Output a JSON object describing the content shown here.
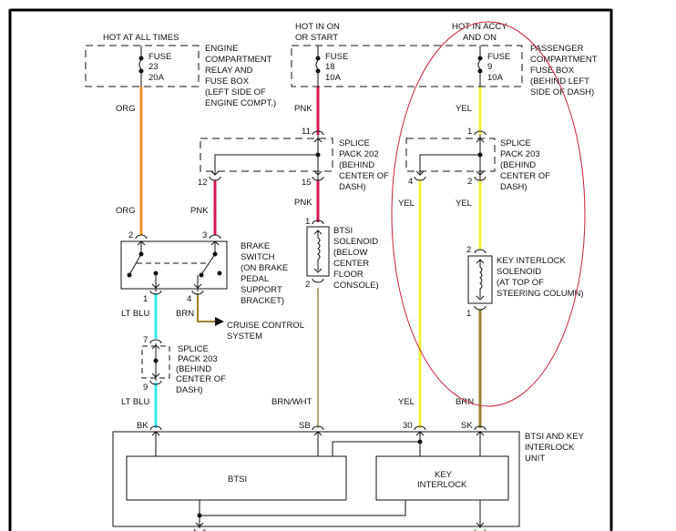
{
  "diagram": {
    "colors": {
      "ORG": "#f0902a",
      "PNK": "#d81850",
      "YEL": "#f5f03c",
      "LT_BLU": "#38e8f0",
      "BRN": "#9a8030",
      "BRN_WHT": "#b8a870",
      "annotation": "#c8203a"
    },
    "power": {
      "hot_at_all_times": "HOT AT ALL TIMES",
      "hot_in_on_1": "HOT IN ON",
      "hot_in_on_2": "OR START",
      "hot_in_accy_1": "HOT IN ACCY",
      "hot_in_accy_2": "AND ON"
    },
    "fuses": [
      {
        "label": "FUSE",
        "number": "23",
        "rating": "20A"
      },
      {
        "label": "FUSE",
        "number": "18",
        "rating": "10A"
      },
      {
        "label": "FUSE",
        "number": "9",
        "rating": "10A"
      }
    ],
    "engine_box": [
      "ENGINE",
      "COMPARTMENT",
      "RELAY AND",
      "FUSE BOX",
      "(LEFT SIDE OF",
      "ENGINE COMPT.)"
    ],
    "passenger_box": [
      "PASSENGER",
      "COMPARTMENT",
      "FUSE BOX",
      "(BEHIND LEFT",
      "SIDE OF DASH)"
    ],
    "splice202": [
      "SPLICE",
      "PACK 202",
      "(BEHIND",
      "CENTER OF",
      "DASH)"
    ],
    "splice203_top": [
      "SPLICE",
      "PACK 203",
      "(BEHIND",
      "CENTER OF",
      "DASH)"
    ],
    "splice203_left": [
      "SPLICE",
      "PACK 203",
      "(BEHIND",
      "CENTER OF",
      "DASH)"
    ],
    "brake_switch": [
      "BRAKE",
      "SWITCH",
      "(ON BRAKE",
      "PEDAL",
      "SUPPORT",
      "BRACKET)"
    ],
    "btsi_solenoid": [
      "BTSI",
      "SOLENOID",
      "(BELOW",
      "CENTER",
      "FLOOR",
      "CONSOLE)"
    ],
    "key_solenoid": [
      "KEY INTERLOCK",
      "SOLENOID",
      "(AT TOP OF",
      "STEERING COLUMN)"
    ],
    "cruise": [
      "CRUISE CONTROL",
      "SYSTEM"
    ],
    "unit": [
      "BTSI AND KEY",
      "INTERLOCK",
      "UNIT"
    ],
    "btsi_block": "BTSI",
    "key_block": [
      "KEY",
      "INTERLOCK"
    ],
    "wires": {
      "org1": "ORG",
      "org2": "ORG",
      "pnk1": "PNK",
      "pnk2": "PNK",
      "pnk3": "PNK",
      "yel1": "YEL",
      "yel2": "YEL",
      "yel3": "YEL",
      "yel4": "YEL",
      "ltblu1": "LT BLU",
      "ltblu2": "LT BLU",
      "brn1": "BRN",
      "brn2": "BRN",
      "brnwht": "BRN/WHT"
    },
    "pins": {
      "p11": "11",
      "p12": "12",
      "p15": "15",
      "p1a": "1",
      "p2a": "2",
      "p4a": "4",
      "bs2": "2",
      "bs3": "3",
      "bs1": "1",
      "bs4": "4",
      "sol1": "1",
      "sol2": "2",
      "ks2": "2",
      "ks1": "1",
      "s7": "7",
      "s9": "9",
      "bk": "BK",
      "sb": "SB",
      "p30": "30",
      "sk": "SK"
    }
  }
}
